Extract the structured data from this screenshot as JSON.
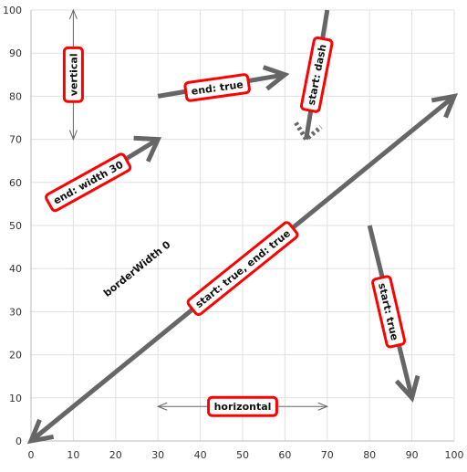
{
  "chart_data": {
    "type": "scatter",
    "xlim": [
      0,
      100
    ],
    "ylim": [
      0,
      100
    ],
    "x_ticks": [
      0,
      10,
      20,
      30,
      40,
      50,
      60,
      70,
      80,
      90,
      100
    ],
    "y_ticks": [
      0,
      10,
      20,
      30,
      40,
      50,
      60,
      70,
      80,
      90,
      100
    ],
    "grid": true,
    "colors": {
      "line": "#666666",
      "label_border": "#ff0000",
      "label_bg": "#ffffff",
      "grid": "#e0e0e0",
      "axis": "#bbbbbb"
    },
    "lines": [
      {
        "label": "start: true, end: true",
        "from": [
          0,
          0
        ],
        "to": [
          100,
          80
        ],
        "start_arrow": true,
        "end_arrow": true,
        "width": "thick"
      },
      {
        "label": "end: width 30",
        "from": [
          5,
          55
        ],
        "to": [
          30,
          70
        ],
        "start_arrow": false,
        "end_arrow": true,
        "width": "thick",
        "arrow_width": 30
      },
      {
        "label": "end: true",
        "from": [
          30,
          80
        ],
        "to": [
          60,
          85
        ],
        "start_arrow": false,
        "end_arrow": true,
        "width": "thick"
      },
      {
        "label": "start: dash",
        "from": [
          65,
          70
        ],
        "to": [
          70,
          100
        ],
        "start_arrow": true,
        "start_dash": true,
        "end_arrow": false,
        "width": "thick"
      },
      {
        "label": "start: true",
        "from": [
          80,
          50
        ],
        "to": [
          90,
          10
        ],
        "start_arrow": false,
        "end_arrow": true,
        "width": "thick"
      },
      {
        "label": "vertical",
        "from": [
          10,
          70
        ],
        "to": [
          10,
          100
        ],
        "start_arrow": true,
        "end_arrow": true,
        "width": "thin"
      },
      {
        "label": "horizontal",
        "from": [
          30,
          8
        ],
        "to": [
          70,
          8
        ],
        "start_arrow": true,
        "end_arrow": true,
        "width": "thin"
      }
    ],
    "labels": [
      {
        "text": "start: true, end: true",
        "x": 50,
        "y": 40,
        "angle": -38.7,
        "border": 3
      },
      {
        "text": "end: width 30",
        "x": 13.5,
        "y": 60,
        "angle": -29,
        "border": 3
      },
      {
        "text": "end: true",
        "x": 44,
        "y": 82,
        "angle": -8,
        "border": 3
      },
      {
        "text": "start: dash",
        "x": 67.5,
        "y": 85,
        "angle": -79,
        "border": 3
      },
      {
        "text": "start: true",
        "x": 84.5,
        "y": 30,
        "angle": 77,
        "border": 3
      },
      {
        "text": "vertical",
        "x": 10,
        "y": 85,
        "angle": -90,
        "border": 3
      },
      {
        "text": "horizontal",
        "x": 50,
        "y": 8,
        "angle": 0,
        "border": 3
      },
      {
        "text": "borderWidth 0",
        "x": 25,
        "y": 40,
        "angle": -38.7,
        "border": 0
      }
    ]
  }
}
